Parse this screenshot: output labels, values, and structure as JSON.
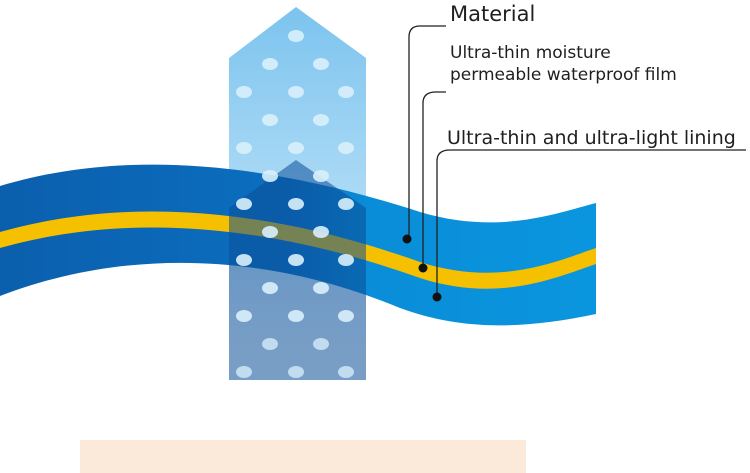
{
  "labels": {
    "material": "Material",
    "film_line1": "Ultra-thin moisture",
    "film_line2": "permeable waterproof film",
    "lining": "Ultra-thin and ultra-light lining"
  },
  "colors": {
    "fabric_dark": "#0b63b3",
    "fabric_light": "#0a93dc",
    "membrane": "#f5c000",
    "arrow": "#7fc4ee",
    "droplet": "#d9f0fc",
    "skin": "#fbe9da",
    "leader": "#222222"
  }
}
